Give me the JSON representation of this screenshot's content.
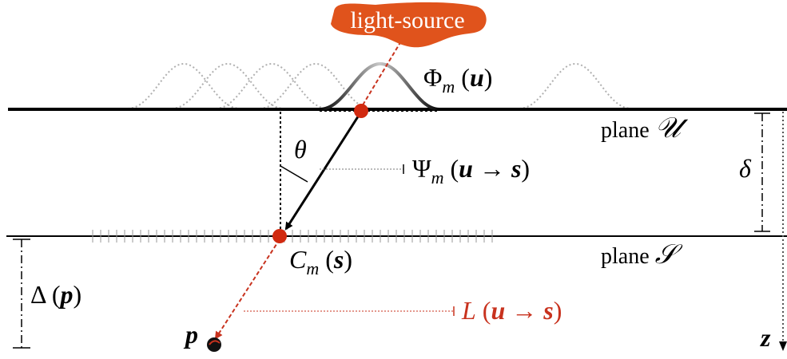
{
  "source": {
    "label": "light-source",
    "fill": "#e0531c"
  },
  "labels": {
    "phi": "Φm (u)",
    "plane_u": "plane 𝒰",
    "theta": "θ",
    "psi": "Ψm (u → s)",
    "delta": "δ",
    "plane_s": "plane 𝒮",
    "cm": "Cm (s)",
    "big_delta": "Δ (p)",
    "l_ray": "L (u → s)",
    "p": "p",
    "z": "z"
  },
  "colors": {
    "ray": "#c8321e",
    "dot": "#d12a10",
    "gaussian_dotted": "#b0b0b0",
    "line": "#000000"
  }
}
